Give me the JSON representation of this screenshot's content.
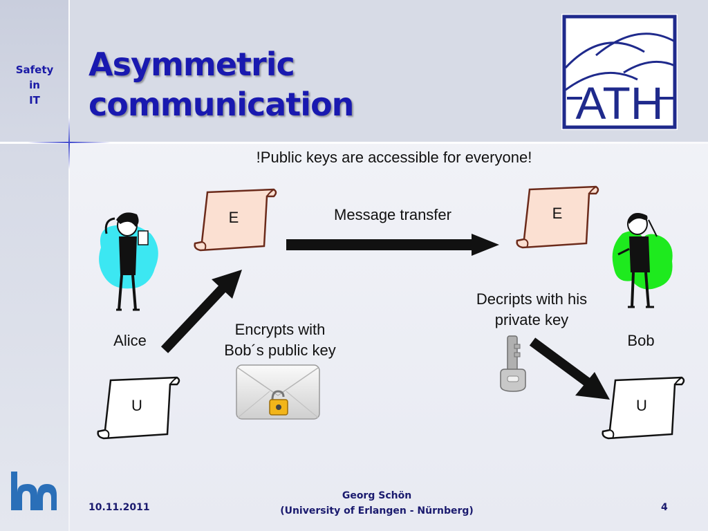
{
  "sidebar": {
    "line1": "Safety",
    "line2": "in",
    "line3": "IT"
  },
  "title": {
    "line1": "Asymmetric",
    "line2": "communication"
  },
  "subtitle": "!Public keys are accessible for everyone!",
  "labels": {
    "message_transfer": "Message transfer",
    "encrypts_line1": "Encrypts with",
    "encrypts_line2": "Bob´s public key",
    "decripts_line1": "Decripts with his",
    "decripts_line2": "private key",
    "alice": "Alice",
    "bob": "Bob"
  },
  "scrolls": {
    "alice_encrypted": "E",
    "bob_encrypted": "E",
    "alice_plain": "U",
    "bob_plain": "U"
  },
  "footer": {
    "date": "10.11.2011",
    "author": "Georg Schön",
    "affiliation": "(University of Erlangen - Nürnberg)",
    "page": "4"
  },
  "logos": {
    "ath": "ATH"
  },
  "colors": {
    "title": "#1919b0",
    "accent": "#3f48cc",
    "scroll_encrypted": "#fbe0d2",
    "alice_blob": "#3ce7f2",
    "bob_blob": "#1eea1e"
  },
  "icons": [
    "scroll-icon",
    "envelope-lock-icon",
    "key-icon",
    "alice-figure",
    "bob-figure",
    "arrow-icon"
  ]
}
